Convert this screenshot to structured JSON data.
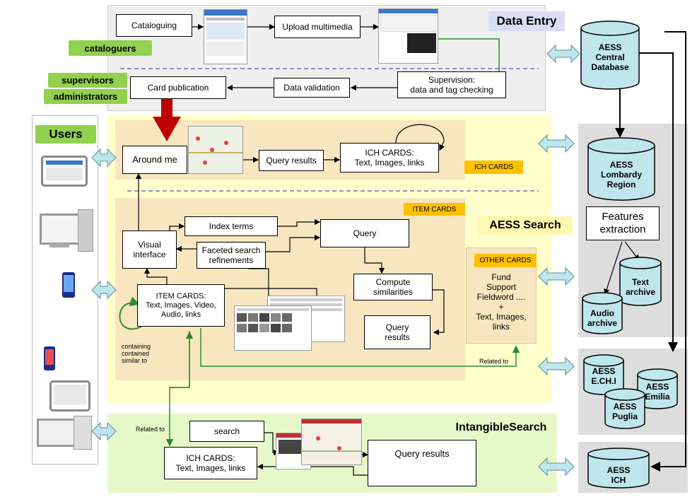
{
  "sections": {
    "data_entry": "Data Entry",
    "aess_search": "AESS Search",
    "intangible_search": "IntangibleSearch",
    "users": "Users"
  },
  "roles": {
    "cataloguers": "cataloguers",
    "supervisors": "supervisors",
    "administrators": "administrators"
  },
  "data_entry_boxes": {
    "cataloguing": "Cataloguing",
    "upload": "Upload multimedia",
    "supervision": "Supervision:\ndata and tag checking",
    "validation": "Data validation",
    "publication": "Card publication"
  },
  "ich_row": {
    "around_me": "Around me",
    "query_results": "Query results",
    "ich_cards": "ICH CARDS:\nText, Images, links",
    "tag": "ICH CARDS"
  },
  "search_area": {
    "item_cards_tag": "ITEM CARDS",
    "index_terms": "Index terms",
    "visual_interface": "Visual\ninterface",
    "faceted": "Faceted search\nrefinements",
    "query": "Query",
    "compute": "Compute\nsimilarities",
    "query_results": "Query\nresults",
    "item_cards": "ITEM CARDS:\nText, Images, Video,\nAudio, links",
    "containing_note": "containing\ncontained\nsimilar to",
    "other_cards_tag": "OTHER CARDS",
    "other_cards_text": "Fund\nSupport\nFieldword ....\n+\nText, Images,\nlinks",
    "related_to": "Related to"
  },
  "intangible": {
    "search": "search",
    "query_results": "Query results",
    "ich_cards": "ICH CARDS:\nText, Images, links",
    "related_to": "Related to"
  },
  "databases": {
    "central": "AESS\nCentral\nDatabase",
    "lombardy": "AESS\nLombardy\nRegion",
    "features": "Features\nextraction",
    "text_archive": "Text\narchive",
    "audio_archive": "Audio\narchive",
    "echi": "AESS\nE.CH.I",
    "emilia": "AESS\nEmilia",
    "puglia": "AESS\nPuglia",
    "ich": "AESS\nICH"
  },
  "colors": {
    "data_entry_bg": "#efefef",
    "search_bg": "#ffffcc",
    "inner_bg": "#f8e6c0",
    "intangible_bg": "#e6f8c8",
    "db_fill": "#bfe6ec",
    "green_tag": "#92d050",
    "orange_tag": "#ffc000",
    "title_box": "#dcdcf4",
    "red_arrow": "#c00000",
    "green_arrow": "#2e8b2e",
    "blue_arrow": "#bfe6ec"
  }
}
